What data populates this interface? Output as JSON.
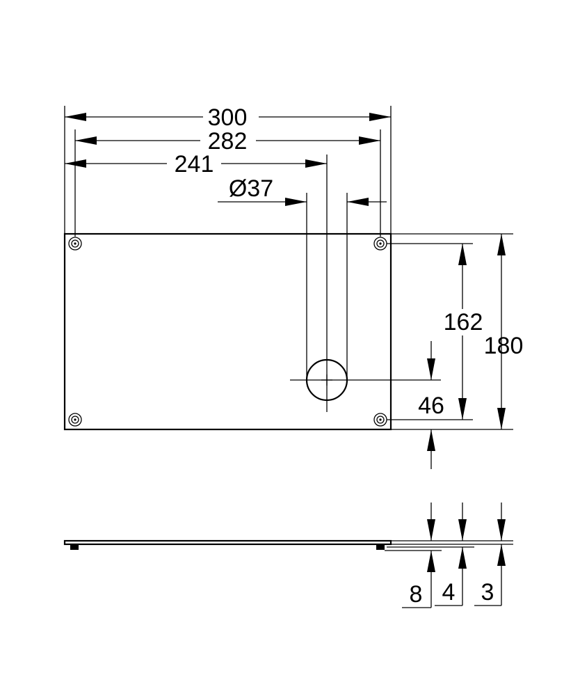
{
  "dimensions": {
    "overall_width": "300",
    "hole_spacing_width": "282",
    "hole_offset": "241",
    "hole_diameter": "Ø37",
    "hole_spacing_height": "162",
    "overall_height": "180",
    "hole_from_bottom": "46",
    "mount_height": "8",
    "plate_gap": "4",
    "plate_thickness": "3"
  }
}
